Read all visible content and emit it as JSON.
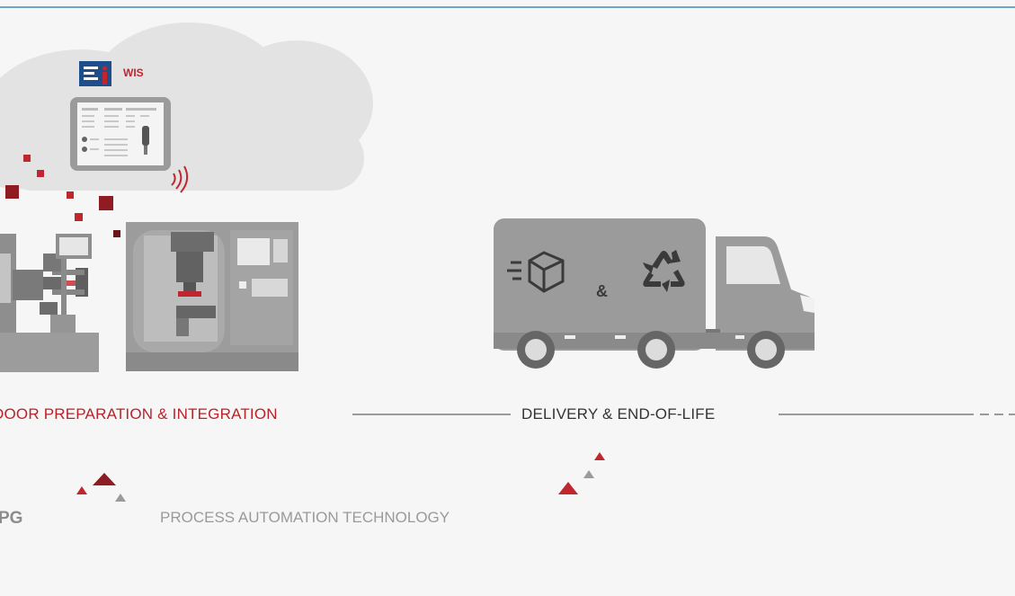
{
  "banner": {
    "wis_label": "WIS",
    "stage_1_label": "DOOR PREPARATION & INTEGRATION",
    "stage_2_label": "DELIVERY & END-OF-LIFE",
    "truck_ampersand": "&",
    "company_fragment": "PG",
    "tagline": "PROCESS AUTOMATION TECHNOLOGY"
  },
  "colors": {
    "accent_red": "#b8232a",
    "machine_gray": "#9a9a9a",
    "cloud_gray": "#e4e4e4",
    "wis_blue": "#1f4e8c",
    "top_rule": "#6aa9c8"
  },
  "icons": [
    "wis-icon",
    "tablet-icon",
    "wireless-icon",
    "box-delivery-icon",
    "recycle-icon"
  ]
}
